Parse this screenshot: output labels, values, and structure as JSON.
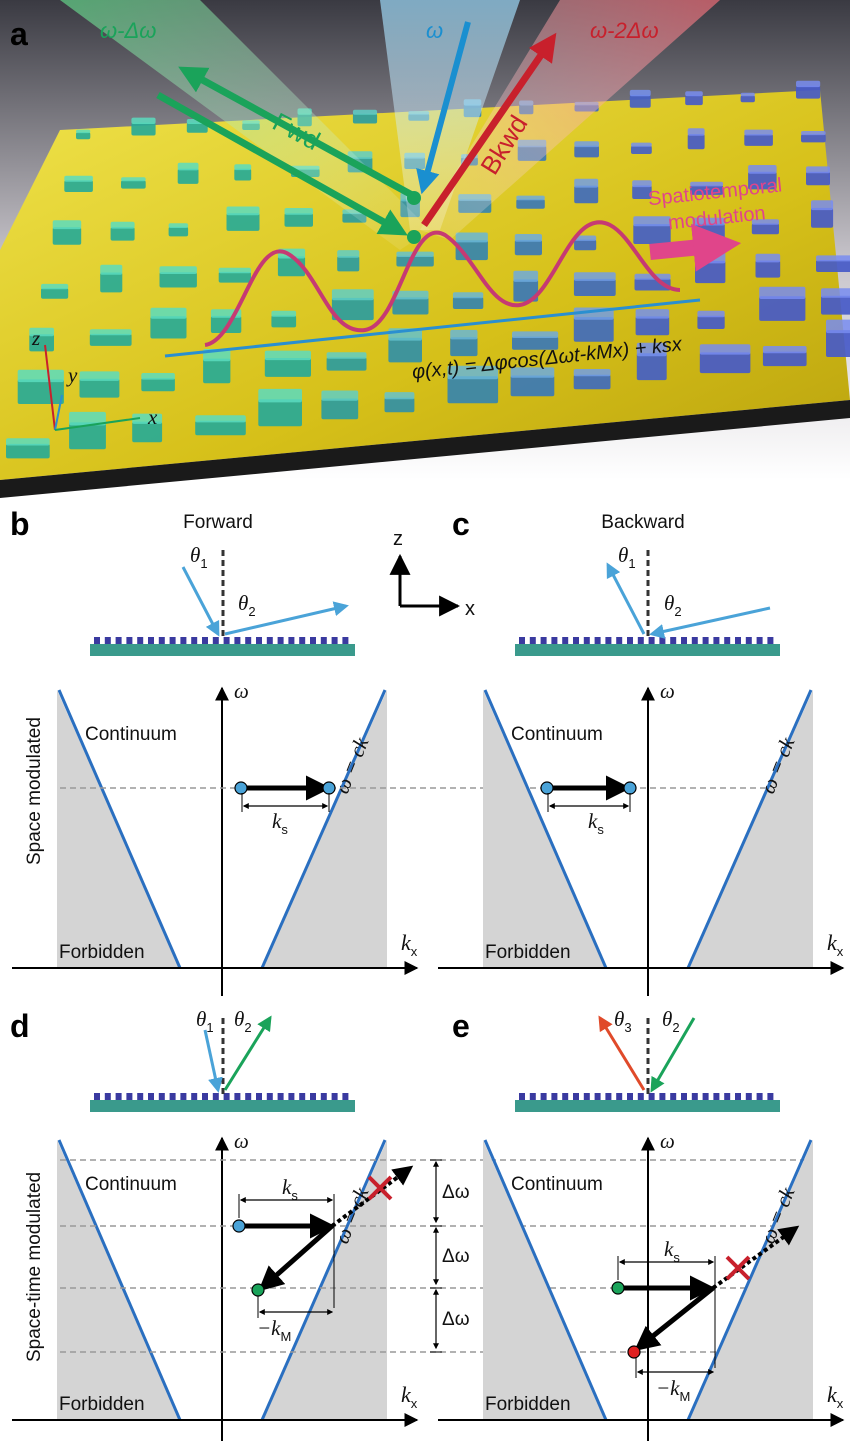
{
  "panels": {
    "a": {
      "letter": "a",
      "beams": {
        "forward_out": "ω-Δω",
        "incident": "ω",
        "backward_out": "ω-2Δω",
        "fwd": "Fwd",
        "bkwd": "Bkwd"
      },
      "modulation": [
        "Spatiotemporal",
        "modulation"
      ],
      "equation": "φ(x,t) = Δφcos(Δωt-kMx) + ksx",
      "axes": {
        "z": "z",
        "y": "y",
        "x": "x"
      },
      "colors": {
        "forward": "#1aa35a",
        "incident": "#1a8fd0",
        "backward": "#c8202c",
        "modulation": "#e0458a",
        "gold": "#d9c21a"
      }
    },
    "b": {
      "letter": "b",
      "title": "Forward",
      "theta1": "θ",
      "theta1_sub": "1",
      "theta2": "θ",
      "theta2_sub": "2"
    },
    "c": {
      "letter": "c",
      "title": "Backward",
      "theta1": "θ",
      "theta1_sub": "1",
      "theta2": "θ",
      "theta2_sub": "2"
    },
    "d": {
      "letter": "d",
      "theta1": "θ",
      "theta1_sub": "1",
      "theta2": "θ",
      "theta2_sub": "2"
    },
    "e": {
      "letter": "e",
      "theta3": "θ",
      "theta3_sub": "3",
      "theta2": "θ",
      "theta2_sub": "2"
    }
  },
  "coord": {
    "z": "z",
    "x": "x"
  },
  "row_labels": {
    "space": "Space modulated",
    "spacetime": "Space-time modulated"
  },
  "dispersion": {
    "omega": "ω",
    "kx": "k",
    "kx_sub": "x",
    "light_line": "ω = ck",
    "continuum": "Continuum",
    "forbidden": "Forbidden",
    "ks": "k",
    "ks_sub": "s",
    "km": "−k",
    "km_sub": "M",
    "delta_omega": "Δω"
  }
}
